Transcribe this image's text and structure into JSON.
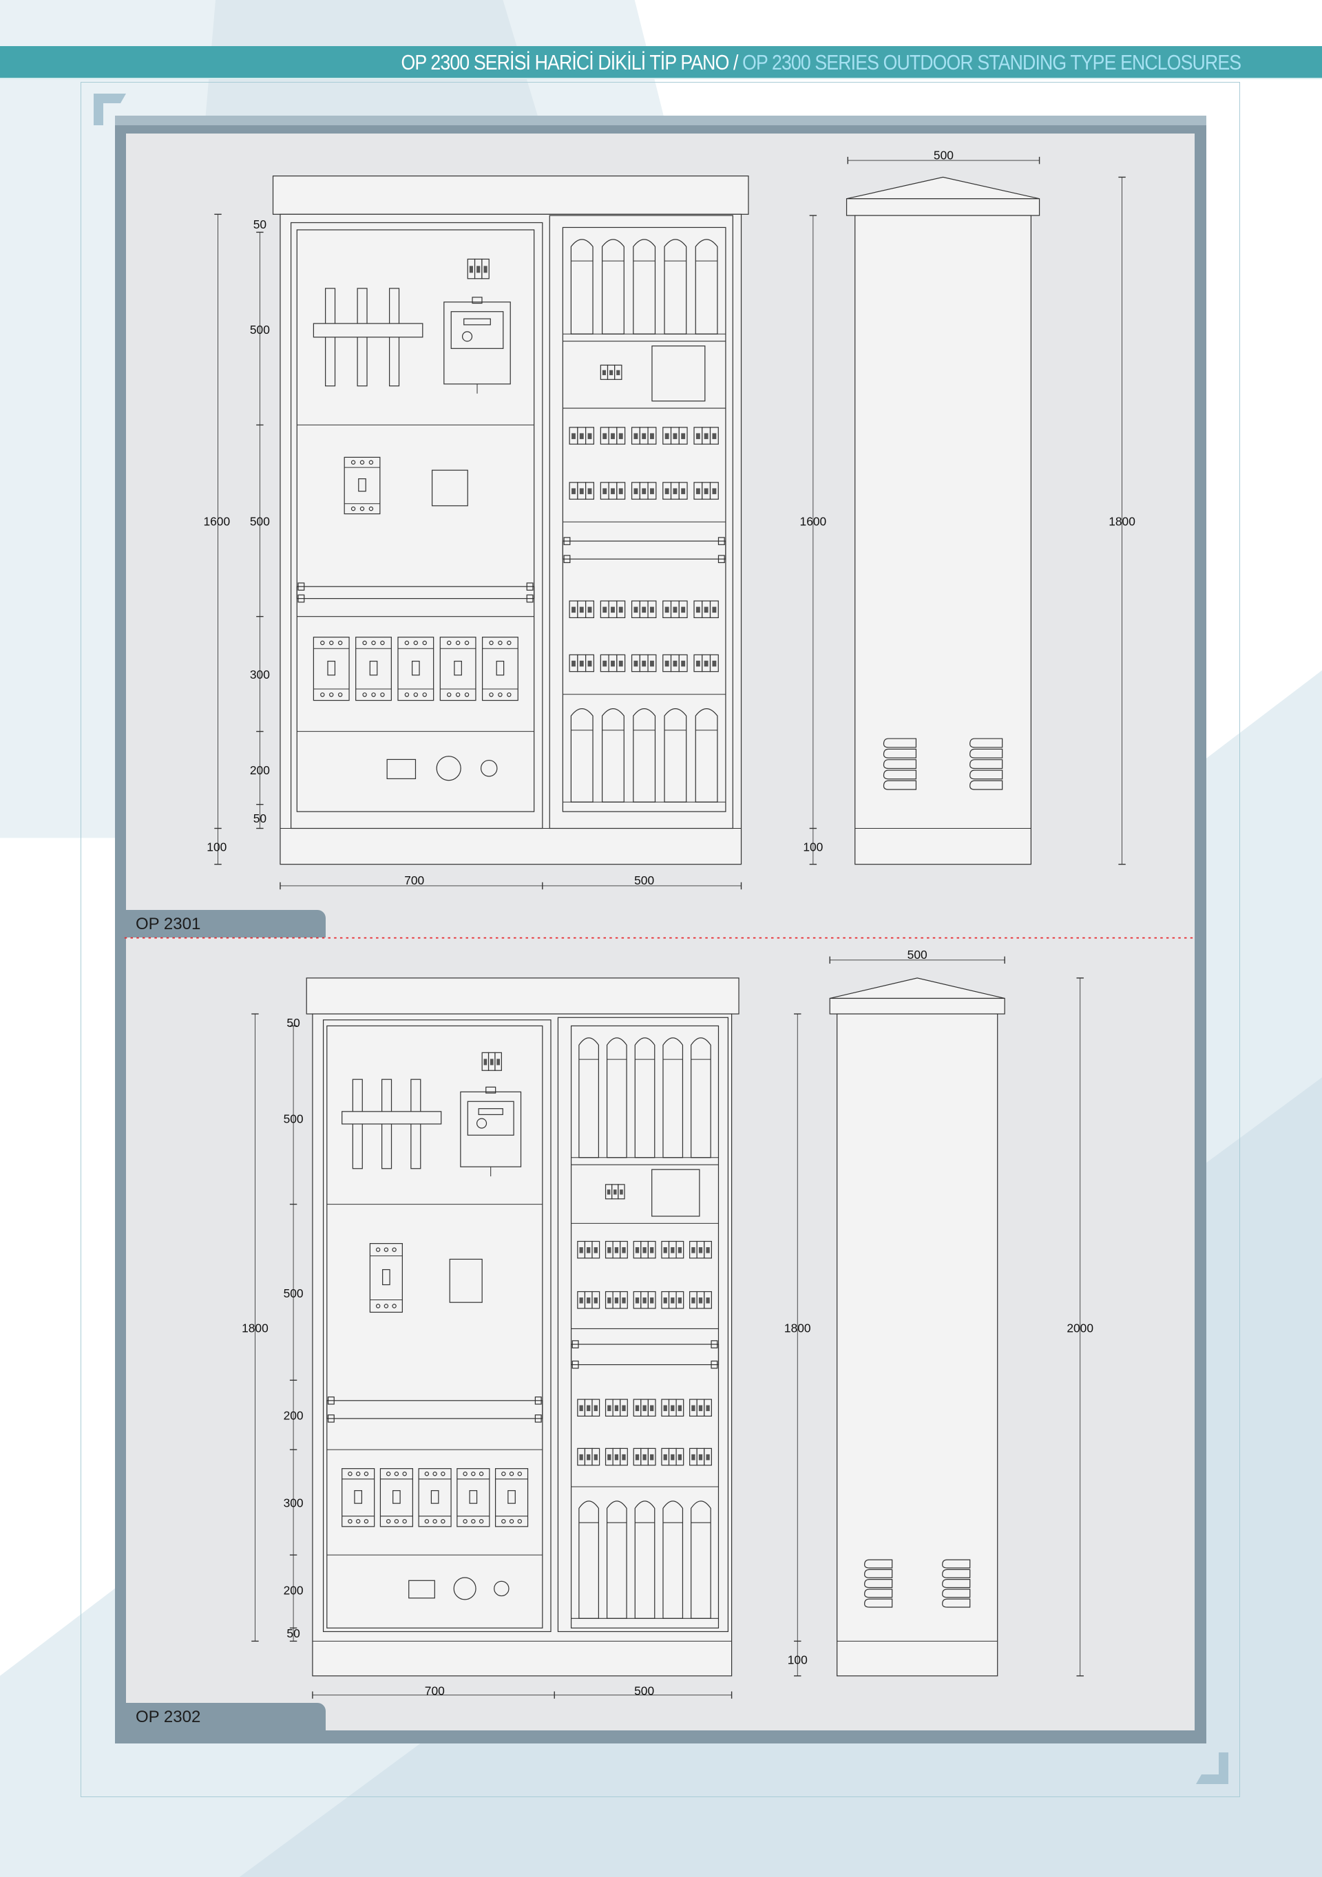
{
  "header": {
    "title_tr": "OP 2300 SERİSİ HARİCİ DİKİLİ TİP PANO",
    "separator": "/",
    "title_en": "OP 2300 SERIES OUTDOOR STANDING TYPE ENCLOSURES"
  },
  "models": [
    {
      "label": "OP 2301",
      "front": {
        "total_height": "1600",
        "plinth": "100",
        "sections": [
          "50",
          "500",
          "500",
          "300",
          "200",
          "50"
        ],
        "left_width": "700",
        "right_width": "500"
      },
      "side": {
        "depth": "500",
        "body_height": "1600",
        "plinth": "100",
        "total_height": "1800"
      }
    },
    {
      "label": "OP 2302",
      "front": {
        "total_height": "1800",
        "sections": [
          "50",
          "500",
          "500",
          "200",
          "300",
          "200",
          "50"
        ],
        "left_width": "700",
        "right_width": "500"
      },
      "side": {
        "depth": "500",
        "body_height": "1800",
        "plinth": "100",
        "total_height": "2000"
      }
    }
  ],
  "colors": {
    "header": "#44a5ad",
    "title_en": "#a6e1f2",
    "panel": "#8499a6",
    "drawing_bg": "#e6e7e9",
    "divider": "#e8262b"
  }
}
